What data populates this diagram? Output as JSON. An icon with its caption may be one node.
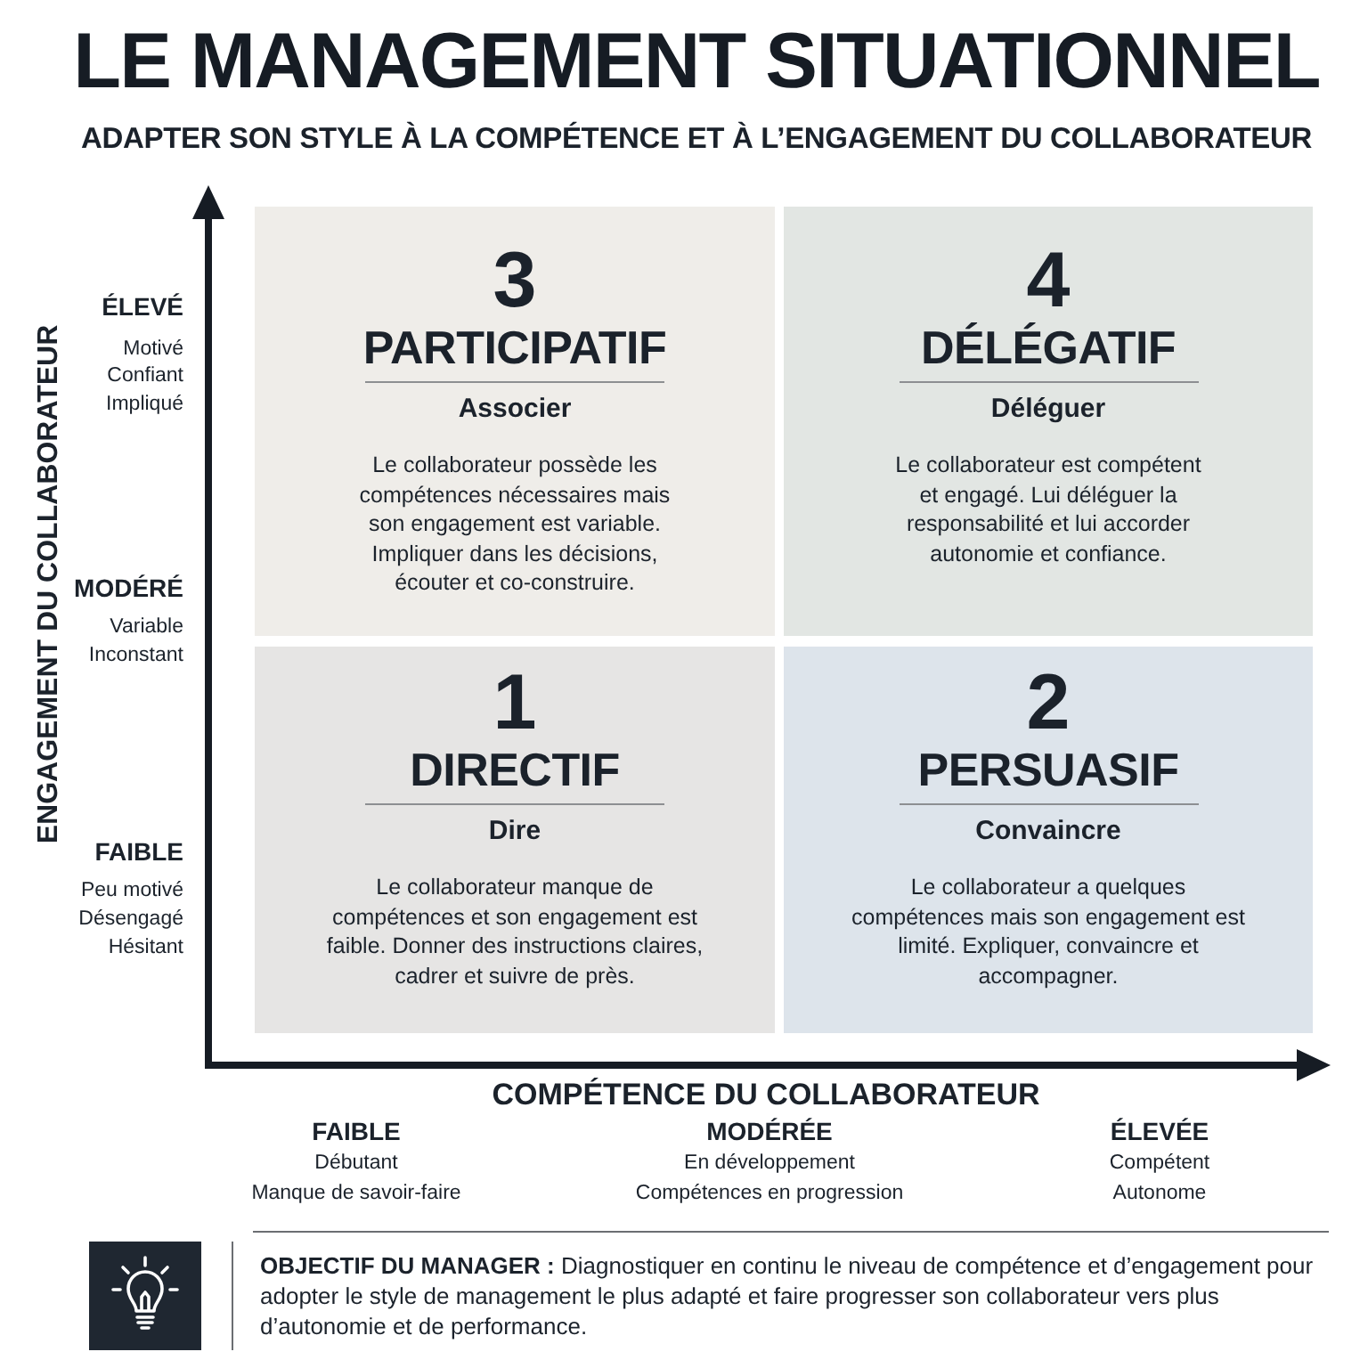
{
  "diagram": {
    "title": "LE MANAGEMENT SITUATIONNEL",
    "nodes": [
      {
        "text": [
          "3",
          "PARTICIPATIF",
          "Associer",
          "Le collaborateur possède les compétences nécessaires mais son engagement est variable. Impliquer dans les décisions, écouter et co-construire."
        ]
      },
      {
        "text": [
          "4",
          "DÉLÉGATIF",
          "Déléguer",
          "Le collaborateur est compétent et engagé. Lui déléguer la responsabilité et lui accorder autonomie et confiance."
        ]
      },
      {
        "text": [
          "1",
          "DIRECTIF",
          "Dire",
          "Le collaborateur manque de compétences et son engagement est faible. Donner des instructions claires, cadrer et suivre de près."
        ]
      },
      {
        "text": [
          "2",
          "PERSUASIF",
          "Convaincre",
          "Le collaborateur a quelques compétences mais son engagement est limité. Expliquer, convaincre et accompagner."
        ]
      }
    ],
    "labels": [
      "ADAPTER SON STYLE À LA COMPÉTENCE ET À L’ENGAGEMENT DU COLLABORATEUR",
      "ENGAGEMENT DU COLLABORATEUR",
      "ÉLEVÉ",
      "Motivé",
      "Confiant",
      "Impliqué",
      "MODÉRÉ",
      "Variable",
      "Inconstant",
      "FAIBLE",
      "Peu motivé",
      "Désengagé",
      "Hésitant",
      "COMPÉTENCE DU COLLABORATEUR",
      "FAIBLE",
      "Débutant",
      "Manque de savoir-faire",
      "MODÉRÉE",
      "En développement",
      "Compétences en progression",
      "ÉLEVÉE",
      "Compétent",
      "Autonome",
      "**OBJECTIF DU MANAGER :** Diagnostiquer en continu le niveau de compétence et d’engagement pour adopter le style de management le plus adapté et faire progresser son collaborateur vers plus d’autonomie et de performance."
    ]
  }
}
